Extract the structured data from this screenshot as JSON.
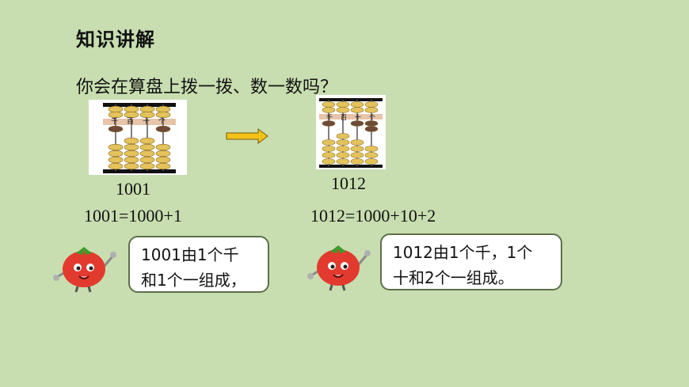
{
  "heading": "知识讲解",
  "question": "你会在算盘上拨一拨、数一数吗？",
  "left": {
    "abacus_labels": [
      "千",
      "百",
      "十",
      "个"
    ],
    "value": [
      1,
      0,
      0,
      1
    ],
    "number": "1001",
    "equation": "1001=1000+1",
    "bubble_line1": "1001由1个千",
    "bubble_line2": "和1个一组成，"
  },
  "right": {
    "abacus_labels": [
      "千",
      "百",
      "十",
      "个"
    ],
    "value": [
      1,
      0,
      1,
      2
    ],
    "number": "1012",
    "equation": "1012=1000+10+2",
    "bubble_line1": "1012由1个千，1个",
    "bubble_line2": "十和2个一组成。"
  },
  "colors": {
    "background": "#c8deb0",
    "bead": "#e3c35a",
    "bead_active": "#6e4a3a",
    "arrow": "#f2c21a"
  },
  "icons": {
    "arrow": "right-arrow-icon",
    "mascot": "tomato-mascot-icon"
  }
}
